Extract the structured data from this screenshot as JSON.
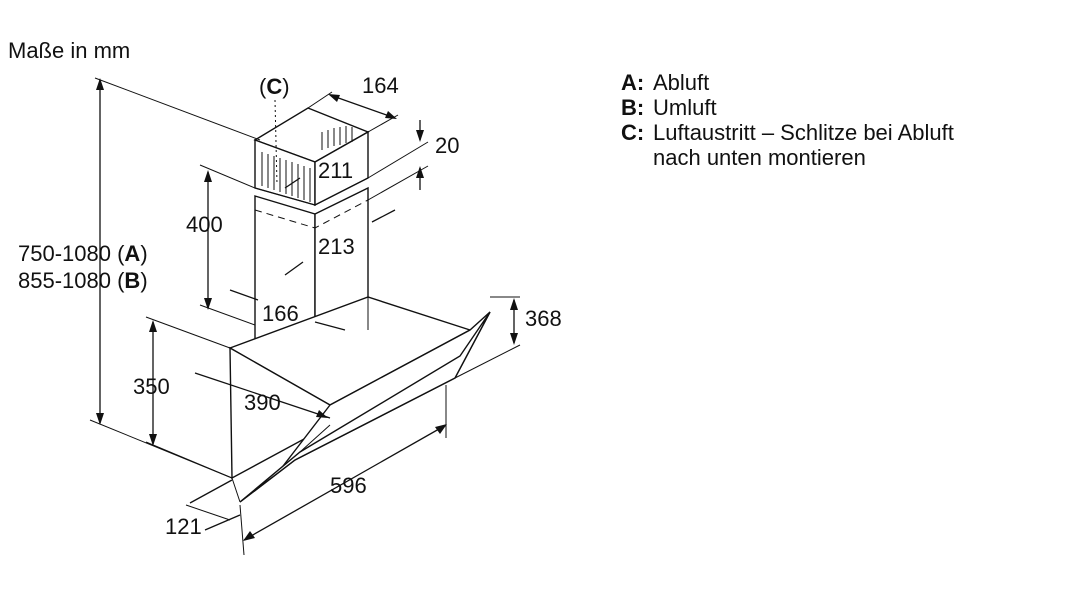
{
  "title": "Maße in mm",
  "legend": [
    {
      "key": "A:",
      "text": "Abluft"
    },
    {
      "key": "B:",
      "text": "Umluft"
    },
    {
      "key": "C:",
      "text": "Luftaustritt – Schlitze bei Abluft\nnach unten montieren"
    }
  ],
  "dimensions": {
    "c_label_open": "(",
    "c_label_key": "C",
    "c_label_close": ")",
    "d164": "164",
    "d20": "20",
    "d211": "211",
    "d400": "400",
    "d213": "213",
    "d166": "166",
    "d368": "368",
    "d350": "350",
    "d390": "390",
    "d596": "596",
    "d121": "121",
    "height_a_range": "750-1080 (",
    "height_a_key": "A",
    "height_a_close": ")",
    "height_b_range": "855-1080 (",
    "height_b_key": "B",
    "height_b_close": ")"
  }
}
